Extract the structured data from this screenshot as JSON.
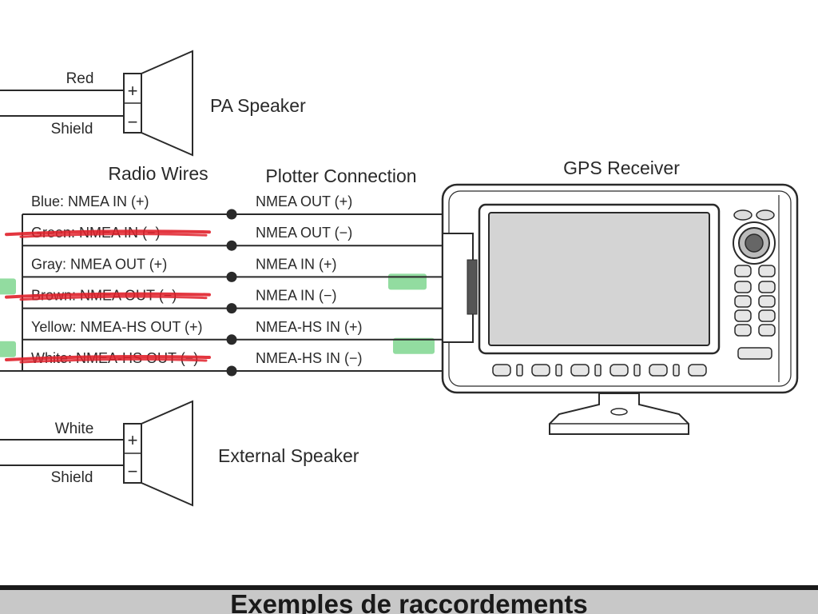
{
  "pa_speaker": {
    "title": "PA Speaker",
    "wire_top": "Red",
    "wire_bottom": "Shield",
    "plus": "+",
    "minus": "−"
  },
  "external_speaker": {
    "title": "External Speaker",
    "wire_top": "White",
    "wire_bottom": "Shield",
    "plus": "+",
    "minus": "−"
  },
  "headers": {
    "radio_wires": "Radio Wires",
    "plotter_connection": "Plotter Connection",
    "gps_receiver": "GPS Receiver"
  },
  "connections": [
    {
      "radio": "Blue: NMEA IN (+)",
      "plotter": "NMEA OUT (+)",
      "struck": false,
      "highlighted": false
    },
    {
      "radio": "Green: NMEA IN (−)",
      "plotter": "NMEA OUT (−)",
      "struck": true,
      "highlighted": false
    },
    {
      "radio": "Gray: NMEA OUT (+)",
      "plotter": "NMEA IN (+)",
      "struck": false,
      "highlighted": true
    },
    {
      "radio": "Brown: NMEA OUT (−)",
      "plotter": "NMEA IN (−)",
      "struck": true,
      "highlighted": false
    },
    {
      "radio": "Yellow: NMEA-HS OUT (+)",
      "plotter": "NMEA-HS IN (+)",
      "struck": false,
      "highlighted": true
    },
    {
      "radio": "White: NMEA-HS OUT (−)",
      "plotter": "NMEA-HS IN (−)",
      "struck": true,
      "highlighted": false
    }
  ],
  "footer": {
    "caption": "Exemples de raccordements"
  },
  "colors": {
    "line": "#2a2a2a",
    "strike": "#e0202a",
    "highlight": "#7fd68f",
    "footer_bg": "#c8c8c8"
  }
}
